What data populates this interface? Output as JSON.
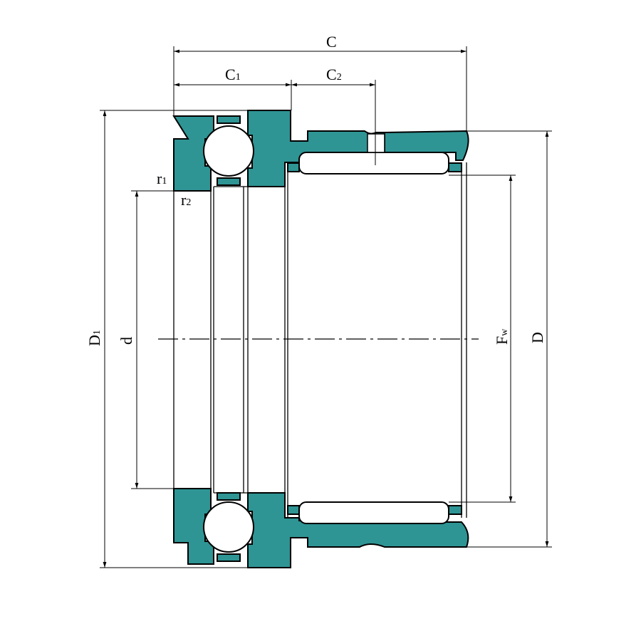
{
  "labels": {
    "C": "C",
    "C1_main": "C",
    "C1_sub": "1",
    "C2_main": "C",
    "C2_sub": "2",
    "D1_main": "D",
    "D1_sub": "1",
    "d": "d",
    "Fw_main": "F",
    "Fw_sub": "w",
    "D": "D",
    "r1_main": "r",
    "r1_sub": "1",
    "r2_main": "r",
    "r2_sub": "2"
  },
  "colors": {
    "section_fill": "#2f9494",
    "line": "#000000",
    "background": "#ffffff"
  }
}
